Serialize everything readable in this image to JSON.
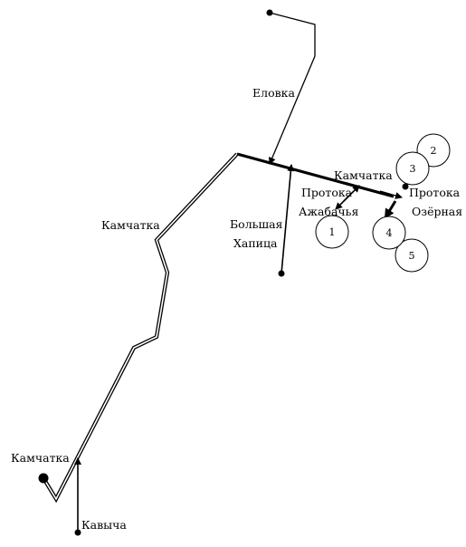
{
  "diagram": {
    "labels": {
      "elovka": "Еловка",
      "kamchatka_upper": "Камчатка",
      "kamchatka_mid": "Камчатка",
      "kamchatka_lower": "Камчатка",
      "protoka_1": "Протока",
      "ajabachya": "Ажабачья",
      "protoka_2": "Протока",
      "ozernaya": "Озёрная",
      "bolshaya": "Большая",
      "kapica": "Хапица",
      "kavycha": "Кавыча"
    },
    "stations": [
      "1",
      "2",
      "3",
      "4",
      "5"
    ],
    "colors": {
      "line": "#000000",
      "background": "#ffffff"
    }
  }
}
